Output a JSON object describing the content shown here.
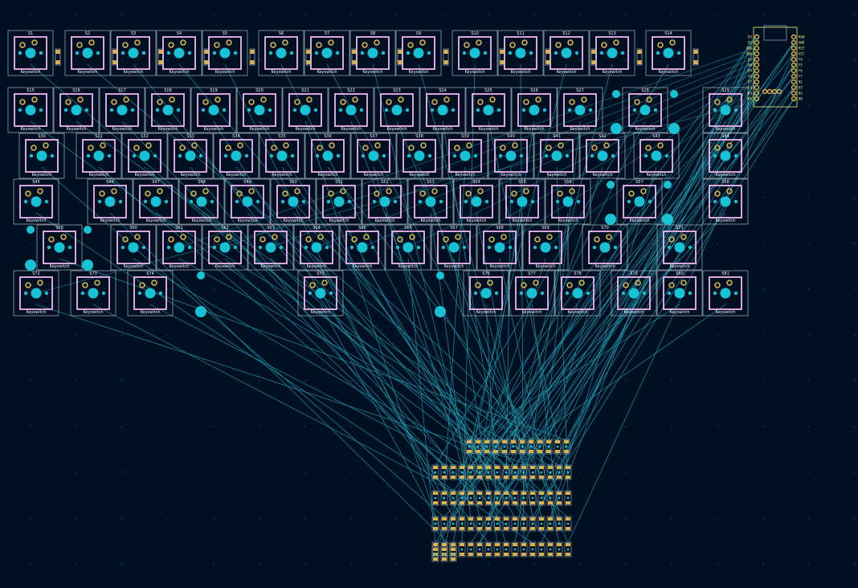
{
  "app": "PCB Editor",
  "view": "keyboard pcb layout",
  "colors": {
    "background": "#001023",
    "grid": "#35405a",
    "courtyard": "#c7ccd4",
    "silk": "#f3b6f0",
    "copper_pad": "#d9b24a",
    "plated_hole": "#16c2d4",
    "ratsnest": "#1e93a8",
    "controller_silk": "#f4ef7a",
    "text": "#f6f5ff"
  },
  "icons": {
    "switch_footprint": "keyswitch-footprint-icon",
    "diode_footprint": "diode-footprint-icon",
    "stabilizer": "stabilizer-icon",
    "controller": "pro-micro-footprint-icon"
  },
  "switch_value": "Keyswitch",
  "rows": [
    [
      "S1",
      "S2",
      "S3",
      "S4",
      "S5",
      "S6",
      "S7",
      "S8",
      "S9",
      "S10",
      "S11",
      "S12",
      "S13",
      "S14"
    ],
    [
      "S15",
      "S16",
      "S17",
      "S18",
      "S19",
      "S20",
      "S21",
      "S22",
      "S23",
      "S24",
      "S25",
      "S26",
      "S27",
      "S28",
      "S29"
    ],
    [
      "S30",
      "S31",
      "S32",
      "S33",
      "S34",
      "S35",
      "S36",
      "S37",
      "S38",
      "S39",
      "S40",
      "S41",
      "S42",
      "S43",
      "S44"
    ],
    [
      "S45",
      "S46",
      "S47",
      "S48",
      "S49",
      "S50",
      "S51",
      "S52",
      "S53",
      "S54",
      "S55",
      "S56",
      "S57",
      "S58"
    ],
    [
      "S59",
      "S60",
      "S61",
      "S62",
      "S63",
      "S64",
      "S65",
      "S66",
      "S67",
      "S68",
      "S69",
      "S70",
      "S71"
    ],
    [
      "S72",
      "S73",
      "S74",
      "S75",
      "S76",
      "S77",
      "S78",
      "S79",
      "S80",
      "S81"
    ]
  ],
  "controller": {
    "left_pins": [
      "D3",
      "D2",
      "GND",
      "GND",
      "D1",
      "D0",
      "D4",
      "C6",
      "D7",
      "E6",
      "B4",
      "B5"
    ],
    "right_pins": [
      "RAW",
      "GND",
      "RST",
      "VCC",
      "F4",
      "F5",
      "F6",
      "F7",
      "B1",
      "B3",
      "B2",
      "B6"
    ]
  }
}
